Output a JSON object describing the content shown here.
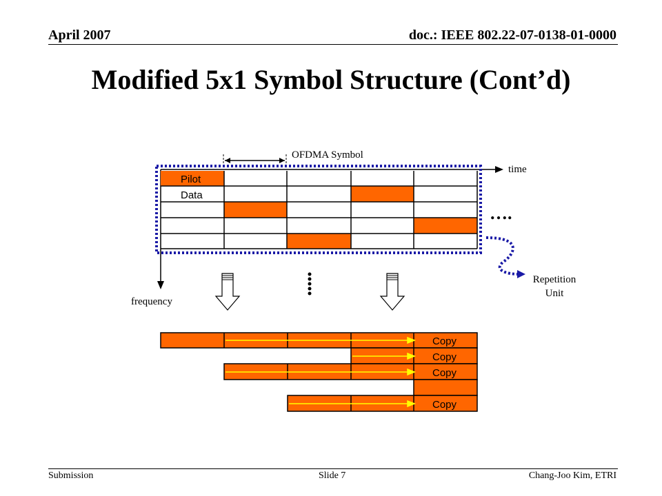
{
  "header": {
    "date": "April 2007",
    "doc_id": "doc.: IEEE 802.22-07-0138-01-0000"
  },
  "slide": {
    "title": "Modified 5x1 Symbol Structure (Cont’d)"
  },
  "diagram": {
    "symbol_label": "OFDMA Symbol",
    "time_label": "time",
    "frequency_label": "frequency",
    "repetition_label_line1": "Repetition",
    "repetition_label_line2": "Unit",
    "pilot_label": "Pilot",
    "data_label": "Data",
    "ellipsis_h": "….",
    "copy_labels": [
      "Copy",
      "Copy",
      "Copy",
      "Copy"
    ],
    "colors": {
      "pilot": "#ff6600",
      "repetition_border": "#1a1aa6",
      "copy_arrow": "#ffff00"
    }
  },
  "footer": {
    "left": "Submission",
    "center": "Slide 7",
    "right": "Chang-Joo Kim, ETRI"
  }
}
